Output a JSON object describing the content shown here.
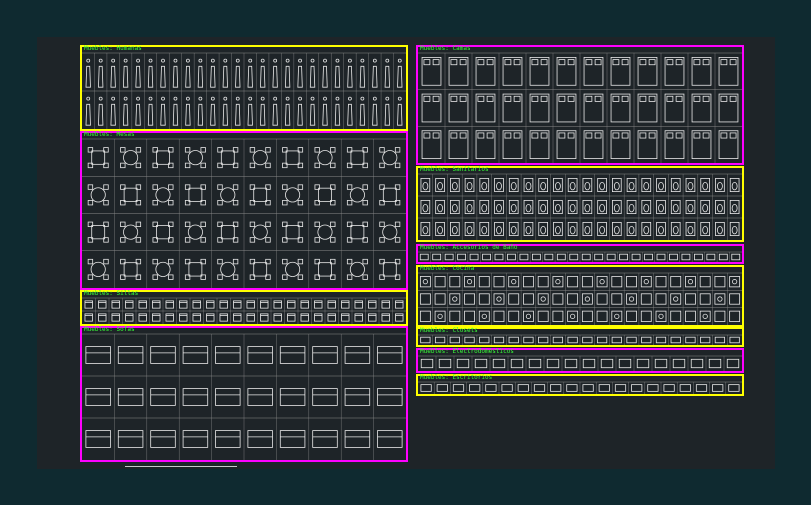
{
  "canvas": {
    "background": "#1e2428",
    "page_background": "#0f2a30"
  },
  "colors": {
    "magenta": "#ff00ff",
    "yellow": "#ffff00",
    "title_green": "#39ff39",
    "symbol_white": "#e8e8e8",
    "grid_gray": "#8a8a8a"
  },
  "blocks": [
    {
      "id": "figuras-humanas",
      "title": "Muebles: Humanas",
      "border": "yellow",
      "rows": 2,
      "cols": 26,
      "icon": "human-figure-icon"
    },
    {
      "id": "mesas",
      "title": "Muebles: Mesas",
      "border": "magenta",
      "rows": 4,
      "cols": 10,
      "icon": "table-chairs-icon"
    },
    {
      "id": "sillas",
      "title": "Muebles: Sillas",
      "border": "yellow",
      "rows": 2,
      "cols": 24,
      "icon": "chair-icon"
    },
    {
      "id": "sofas",
      "title": "Muebles: Sofas",
      "border": "magenta",
      "rows": 3,
      "cols": 10,
      "icon": "sofa-icon"
    },
    {
      "id": "camas",
      "title": "Muebles: Camas",
      "border": "magenta",
      "rows": 3,
      "cols": 12,
      "icon": "bed-icon"
    },
    {
      "id": "sanitarios",
      "title": "Muebles: Sanitarios",
      "border": "yellow",
      "rows": 3,
      "cols": 22,
      "icon": "sanitary-fixture-icon"
    },
    {
      "id": "accesorios-bano",
      "title": "Muebles: Accesorios de Baño",
      "border": "magenta",
      "rows": 1,
      "cols": 26,
      "icon": "bath-accessory-icon"
    },
    {
      "id": "cocina",
      "title": "Muebles: Cocina",
      "border": "yellow",
      "rows": 3,
      "cols": 22,
      "icon": "kitchen-appliance-icon"
    },
    {
      "id": "closets",
      "title": "Muebles: Closets",
      "border": "yellow",
      "rows": 1,
      "cols": 22,
      "icon": "closet-icon"
    },
    {
      "id": "electrodomesticos",
      "title": "Muebles: Electrodomésticos",
      "border": "magenta",
      "rows": 1,
      "cols": 18,
      "icon": "appliance-icon"
    },
    {
      "id": "escritorios",
      "title": "Muebles: Escritorios",
      "border": "yellow",
      "rows": 1,
      "cols": 20,
      "icon": "desk-icon"
    }
  ]
}
